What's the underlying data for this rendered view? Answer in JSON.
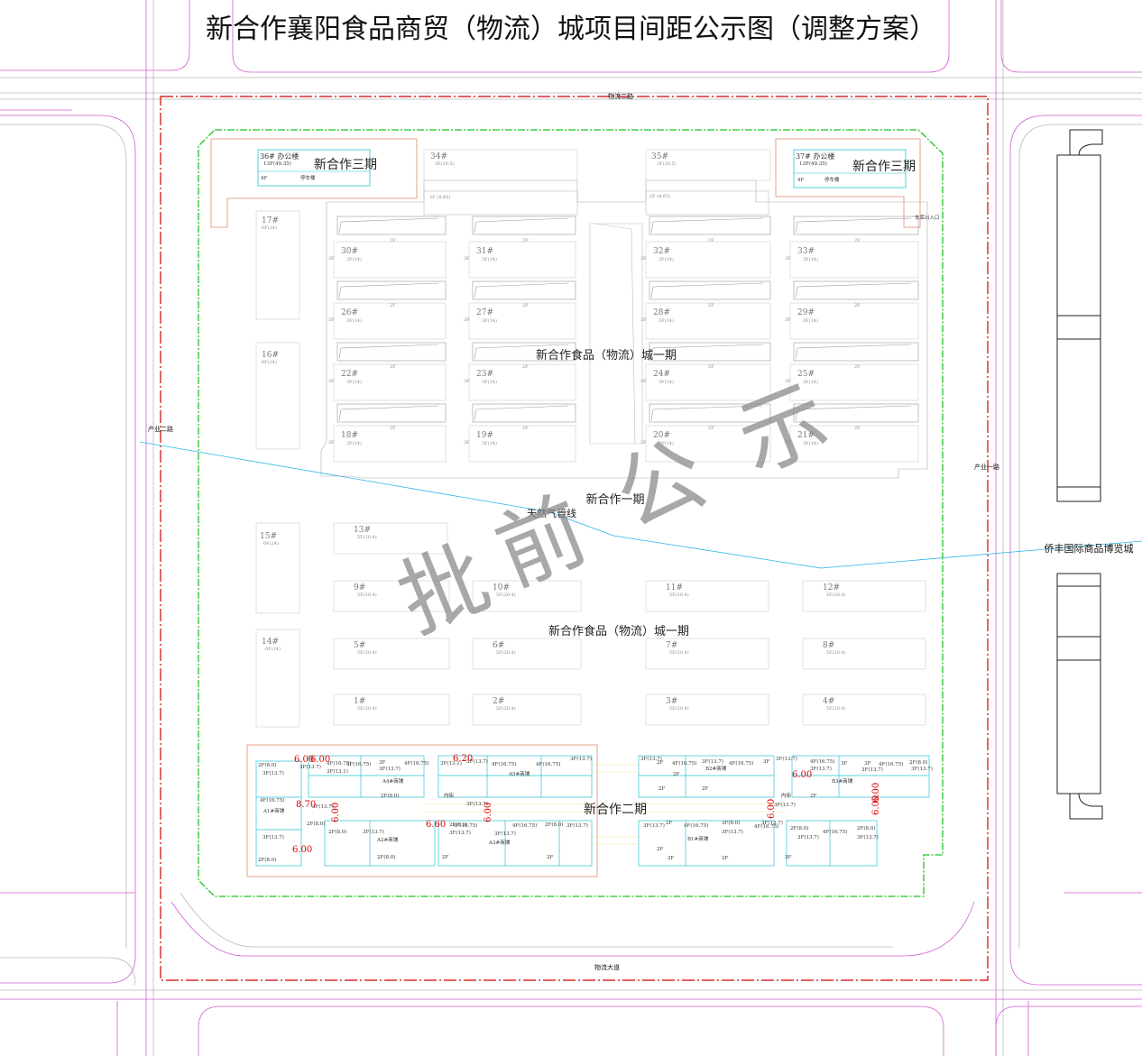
{
  "title": "新合作襄阳食品商贸（物流）城项目间距公示图（调整方案）",
  "roads": {
    "top": "物流二路",
    "bottom": "物流大道",
    "left": "产业二路",
    "right": "产业一路"
  },
  "neighbor": "侨丰国际商品博览城",
  "watermark": [
    "批",
    "前",
    "公",
    "示"
  ],
  "gas_line": "天然气管线",
  "zones": {
    "phase3_left": "新合作三期",
    "phase3_right": "新合作三期",
    "logistics_phase1_upper": "新合作食品（物流）城一期",
    "phase1": "新合作一期",
    "logistics_phase1_lower": "新合作食品（物流）城一期",
    "phase2": "新合作二期"
  },
  "offices": [
    {
      "id": "36# 办公楼",
      "floors": "13F(49.35)",
      "park_floor": "4F",
      "park": "停车楼"
    },
    {
      "id": "37# 办公楼",
      "floors": "13F(49.35)",
      "park_floor": "4F",
      "park": "停车楼"
    }
  ],
  "garage_exit": "车库出入口",
  "upper_blocks": [
    {
      "id": "34#",
      "sub": "3F(20.5)"
    },
    {
      "id": "35#",
      "sub": "3F(20.5)"
    },
    {
      "id": "2F (8.65)",
      "sub": ""
    },
    {
      "id": "2F (8.65)",
      "sub": ""
    },
    {
      "id": "17#",
      "sub": "6F(24)"
    },
    {
      "id": "16#",
      "sub": "6F(24)"
    },
    {
      "id": "15#",
      "sub": "6F(24)"
    },
    {
      "id": "14#",
      "sub": "6F(24)"
    }
  ],
  "shop_blocks": [
    {
      "id": "30#",
      "sub": "3F(14)"
    },
    {
      "id": "31#",
      "sub": "3F(14)"
    },
    {
      "id": "32#",
      "sub": "3F(14)"
    },
    {
      "id": "33#",
      "sub": "3F(14)"
    },
    {
      "id": "26#",
      "sub": "3F(14)"
    },
    {
      "id": "27#",
      "sub": "3F(14)"
    },
    {
      "id": "28#",
      "sub": "3F(14)"
    },
    {
      "id": "29#",
      "sub": "3F(14)"
    },
    {
      "id": "22#",
      "sub": "3F(14)"
    },
    {
      "id": "23#",
      "sub": "3F(14)"
    },
    {
      "id": "24#",
      "sub": "3F(14)"
    },
    {
      "id": "25#",
      "sub": "3F(14)"
    },
    {
      "id": "18#",
      "sub": "3F(14)"
    },
    {
      "id": "19#",
      "sub": "3F(14)"
    },
    {
      "id": "20#",
      "sub": "3F(14)"
    },
    {
      "id": "21#",
      "sub": "3F(14)"
    }
  ],
  "warehouses": [
    {
      "id": "13#",
      "sub": "5F(20.4)"
    },
    {
      "id": "9#",
      "sub": "5F(20.4)"
    },
    {
      "id": "10#",
      "sub": "5F(20.4)"
    },
    {
      "id": "11#",
      "sub": "5F(20.4)"
    },
    {
      "id": "12#",
      "sub": "5F(20.4)"
    },
    {
      "id": "5#",
      "sub": "5F(20.4)"
    },
    {
      "id": "6#",
      "sub": "5F(20.4)"
    },
    {
      "id": "7#",
      "sub": "5F(20.4)"
    },
    {
      "id": "8#",
      "sub": "5F(20.4)"
    },
    {
      "id": "1#",
      "sub": "5F(20.4)"
    },
    {
      "id": "2#",
      "sub": "5F(20.4)"
    },
    {
      "id": "3#",
      "sub": "5F(20.4)"
    },
    {
      "id": "4#",
      "sub": "5F(20.4)"
    }
  ],
  "strip_labels": [
    "2F",
    "3F"
  ],
  "phase2_labels": [
    "2F(8.0)",
    "3F(13.7)",
    "4F(16.75)",
    "A1#商铺",
    "3F(13.7)",
    "2F(8.0)",
    "3F(13.7)",
    "2F(8.0)",
    "4F(16.75)",
    "3F(13.1)",
    "3F(13.7)",
    "4F(16.75)",
    "3F",
    "3F(13.7)",
    "A4#商铺",
    "2F(8.0)",
    "3F(13.1)",
    "4F(16.75)",
    "2F(8.0)",
    "3F(13.7)",
    "A2#商铺",
    "2F(8.0)",
    "3F(13.7)",
    "4F(16.75)",
    "A5#商铺",
    "4F(16.75)",
    "3F(13.7)",
    "内街",
    "3F(13.7)",
    "2F(8.0)",
    "3F(13.7)",
    "4F(16.75)",
    "3F(13.7)",
    "A3#商铺",
    "2F",
    "2F",
    "4F(16.75)",
    "2F(8.0)",
    "3F(13.7)",
    "3F(13.7)",
    "2F",
    "4F(16.75)",
    "2F",
    "3F(13.7)",
    "B2#商铺",
    "4F(16.75)",
    "3F",
    "2F",
    "2F",
    "3F(13.7)",
    "4F(16.75)",
    "3F(13.7)",
    "3F",
    "B3#商铺",
    "3F",
    "4F(16.75)",
    "3F(13.7)",
    "2F(8.0)",
    "3F(13.7)",
    "内街",
    "3F(13.7)",
    "2F",
    "3F(13.7)",
    "2F",
    "4F(16.75)",
    "3F(8.0)",
    "B1#商铺",
    "4F(16.75)",
    "3F(13.7)",
    "3F(13.7)",
    "2F(8.0)",
    "4F(16.75)",
    "3F(13.7)",
    "2F(8.0)",
    "3F(13.7)",
    "2F",
    "2F",
    "3F",
    "2F"
  ],
  "dims": [
    "6.00",
    "6.00",
    "6.20",
    "8.70",
    "6.00",
    "6.00",
    "6.60",
    "6.00",
    "6.00",
    "6.00",
    "6.00",
    "6.00"
  ]
}
